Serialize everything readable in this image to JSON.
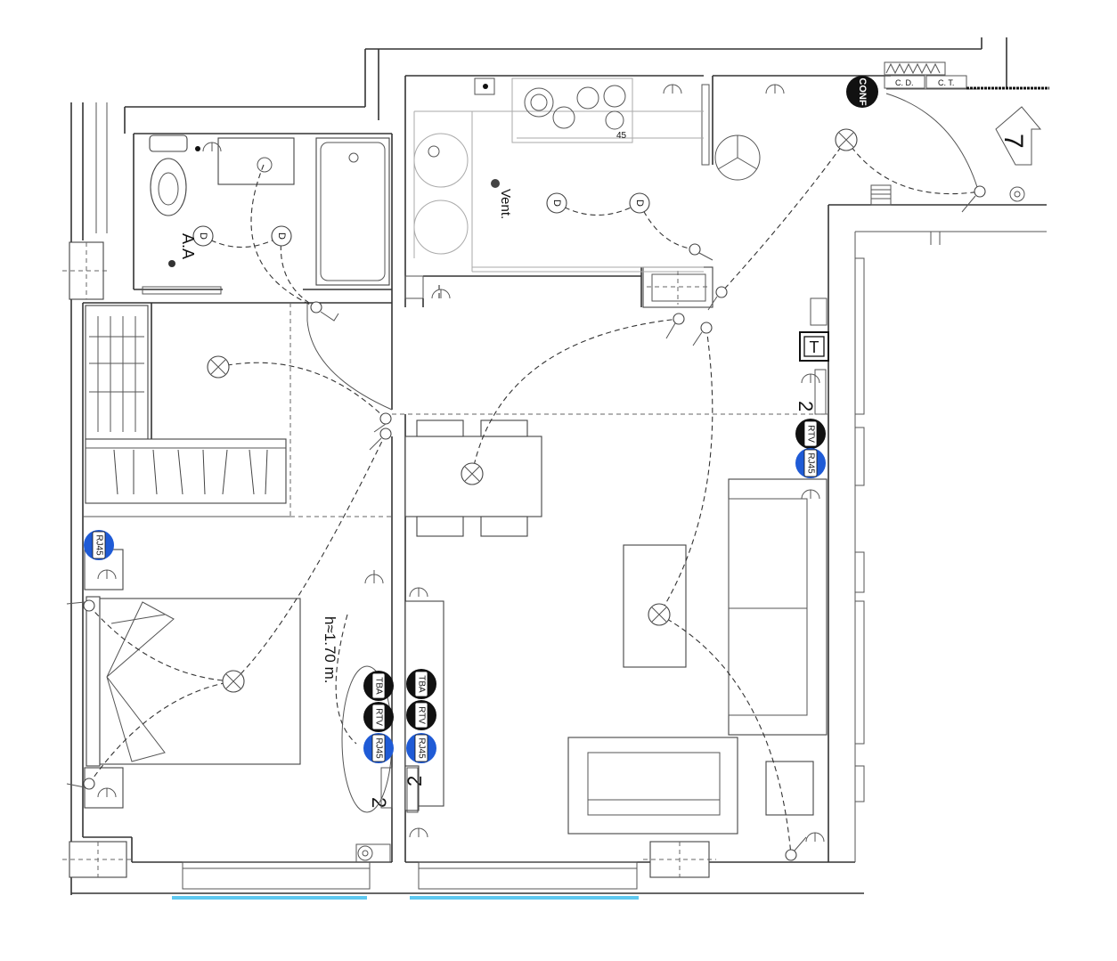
{
  "labels": {
    "aa": "A.A",
    "vent": "Vent.",
    "height_note": "h≈1.70 m.",
    "t_box": "T",
    "conf": "CONF",
    "cd": "C. D.",
    "ct": "C. T.",
    "number_7": "7",
    "num_2_right": "2",
    "num_2_bed": "2",
    "num_2_living": "2",
    "counter_45": "45",
    "d": "D"
  },
  "badges": {
    "rtv": "RTV",
    "rj45": "RJ45",
    "tba": "TBA"
  },
  "colors": {
    "wall": "#333333",
    "badge_black": "#111111",
    "badge_blue": "#1f5bd6",
    "window_accent": "#5ec8f0"
  }
}
